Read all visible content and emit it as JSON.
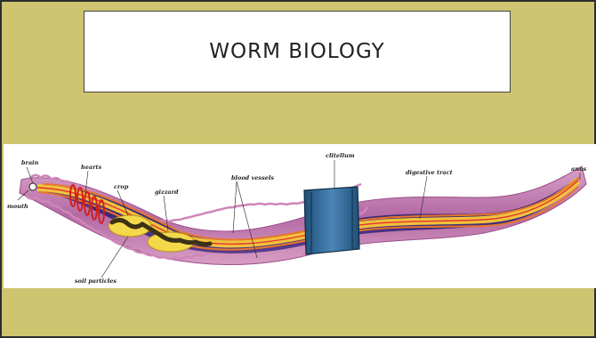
{
  "slide": {
    "title": "WORM BIOLOGY"
  },
  "diagram": {
    "labels": {
      "brain": "brain",
      "mouth": "mouth",
      "hearts": "hearts",
      "crop": "crop",
      "gizzard": "gizzard",
      "blood_vessels": "blood vessels",
      "clitellum": "clitellum",
      "digestive_tract": "digestive tract",
      "anus": "anus",
      "soil_particles": "soil particles"
    }
  }
}
